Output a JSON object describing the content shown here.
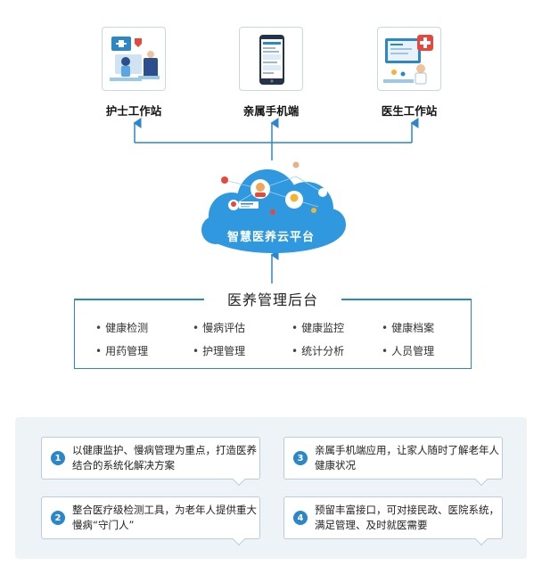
{
  "stations": [
    {
      "label": "护士工作站",
      "icon": "nurse-station-icon"
    },
    {
      "label": "亲属手机端",
      "icon": "mobile-phone-icon"
    },
    {
      "label": "医生工作站",
      "icon": "doctor-station-icon"
    }
  ],
  "cloud": {
    "label": "智慧医养云平台"
  },
  "backend": {
    "title": "医养管理后台",
    "features": [
      "健康检测",
      "慢病评估",
      "健康监控",
      "健康档案",
      "用药管理",
      "护理管理",
      "统计分析",
      "人员管理"
    ]
  },
  "highlights": [
    {
      "num": "1",
      "text": "以健康监护、慢病管理为重点，打造医养结合的系统化解决方案"
    },
    {
      "num": "2",
      "text": "整合医疗级检测工具，为老年人提供重大慢病“守门人”"
    },
    {
      "num": "3",
      "text": "亲属手机端应用，让家人随时了解老年人健康状况"
    },
    {
      "num": "4",
      "text": "预留丰富接口，可对接民政、医院系统，满足管理、及时就医需要"
    }
  ],
  "colors": {
    "accent": "#2b87c9",
    "cloud": "#2f98de",
    "panel": "#eef3f8"
  }
}
